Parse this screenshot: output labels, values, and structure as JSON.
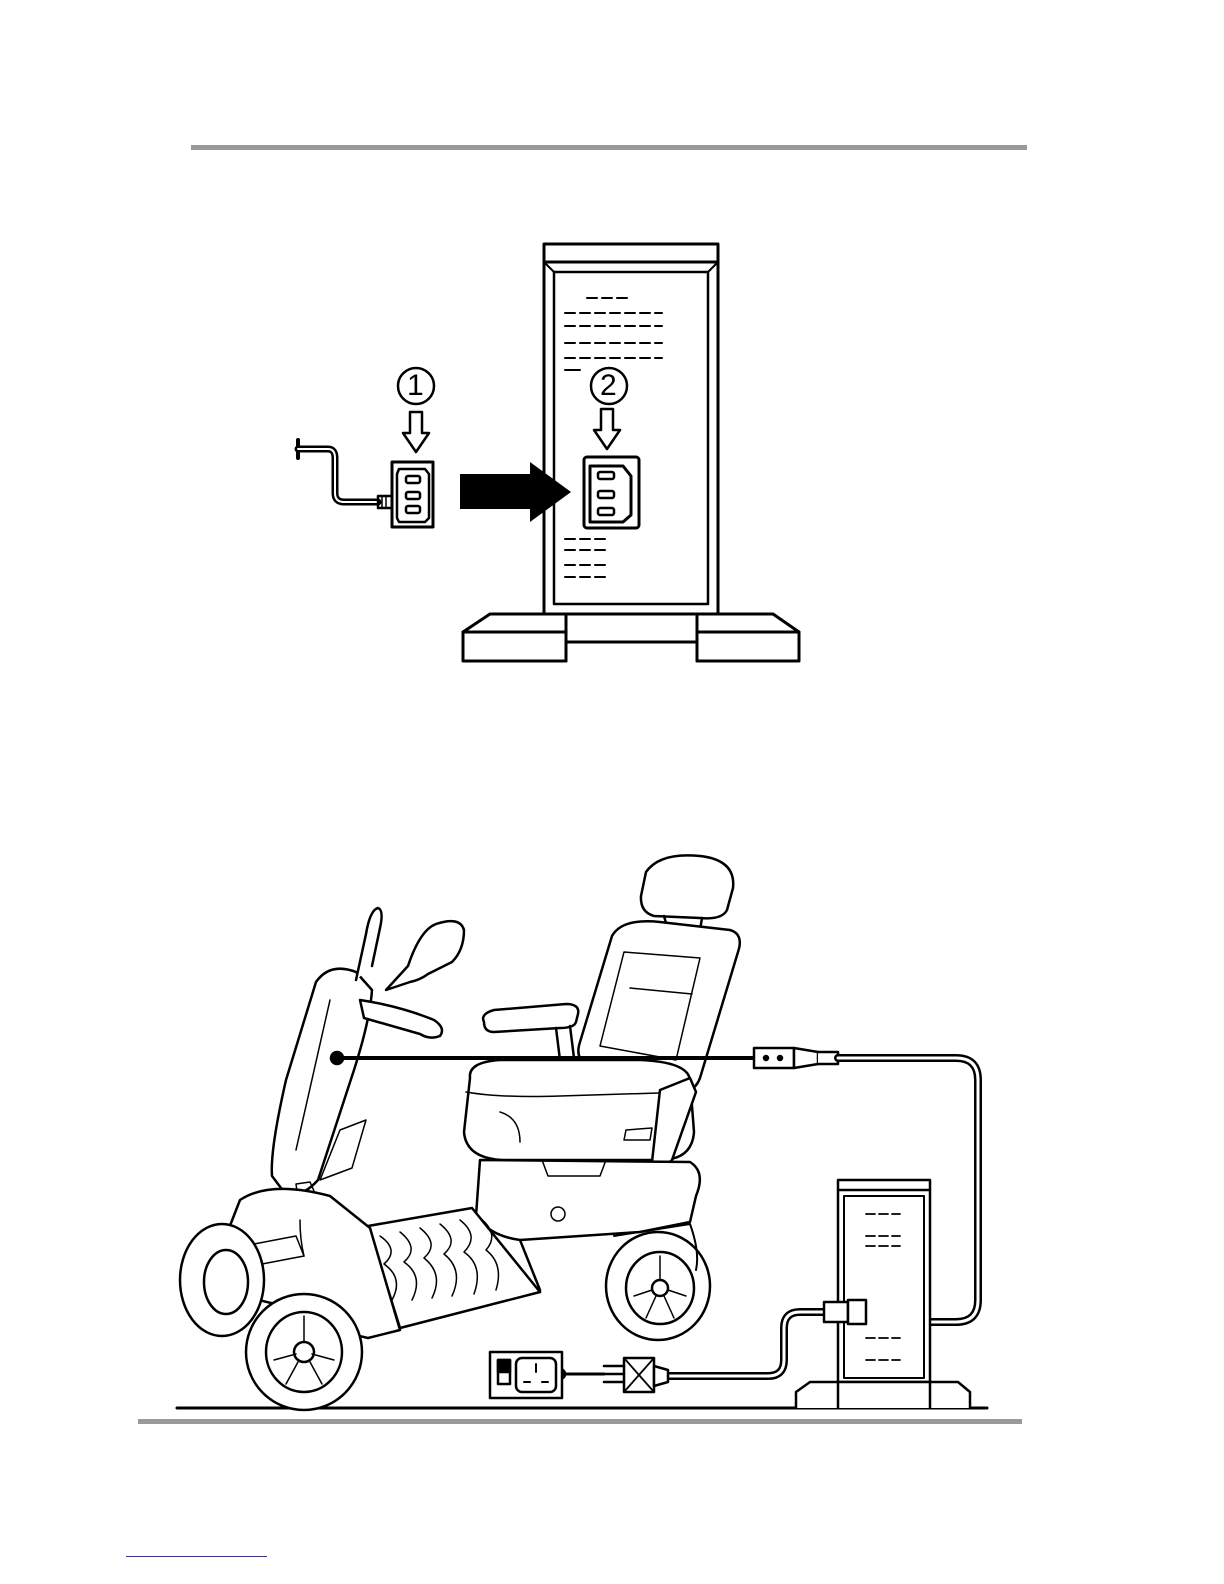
{
  "steps": [
    {
      "number": "1",
      "label": "plug-connector"
    },
    {
      "number": "2",
      "label": "charger-socket"
    }
  ],
  "icons": {
    "arrow_down": "arrow-down-icon",
    "arrow_right": "arrow-right-icon"
  },
  "colors": {
    "rule": "#9a9a9a",
    "ink": "#000000",
    "link": "#2a2ad0"
  }
}
